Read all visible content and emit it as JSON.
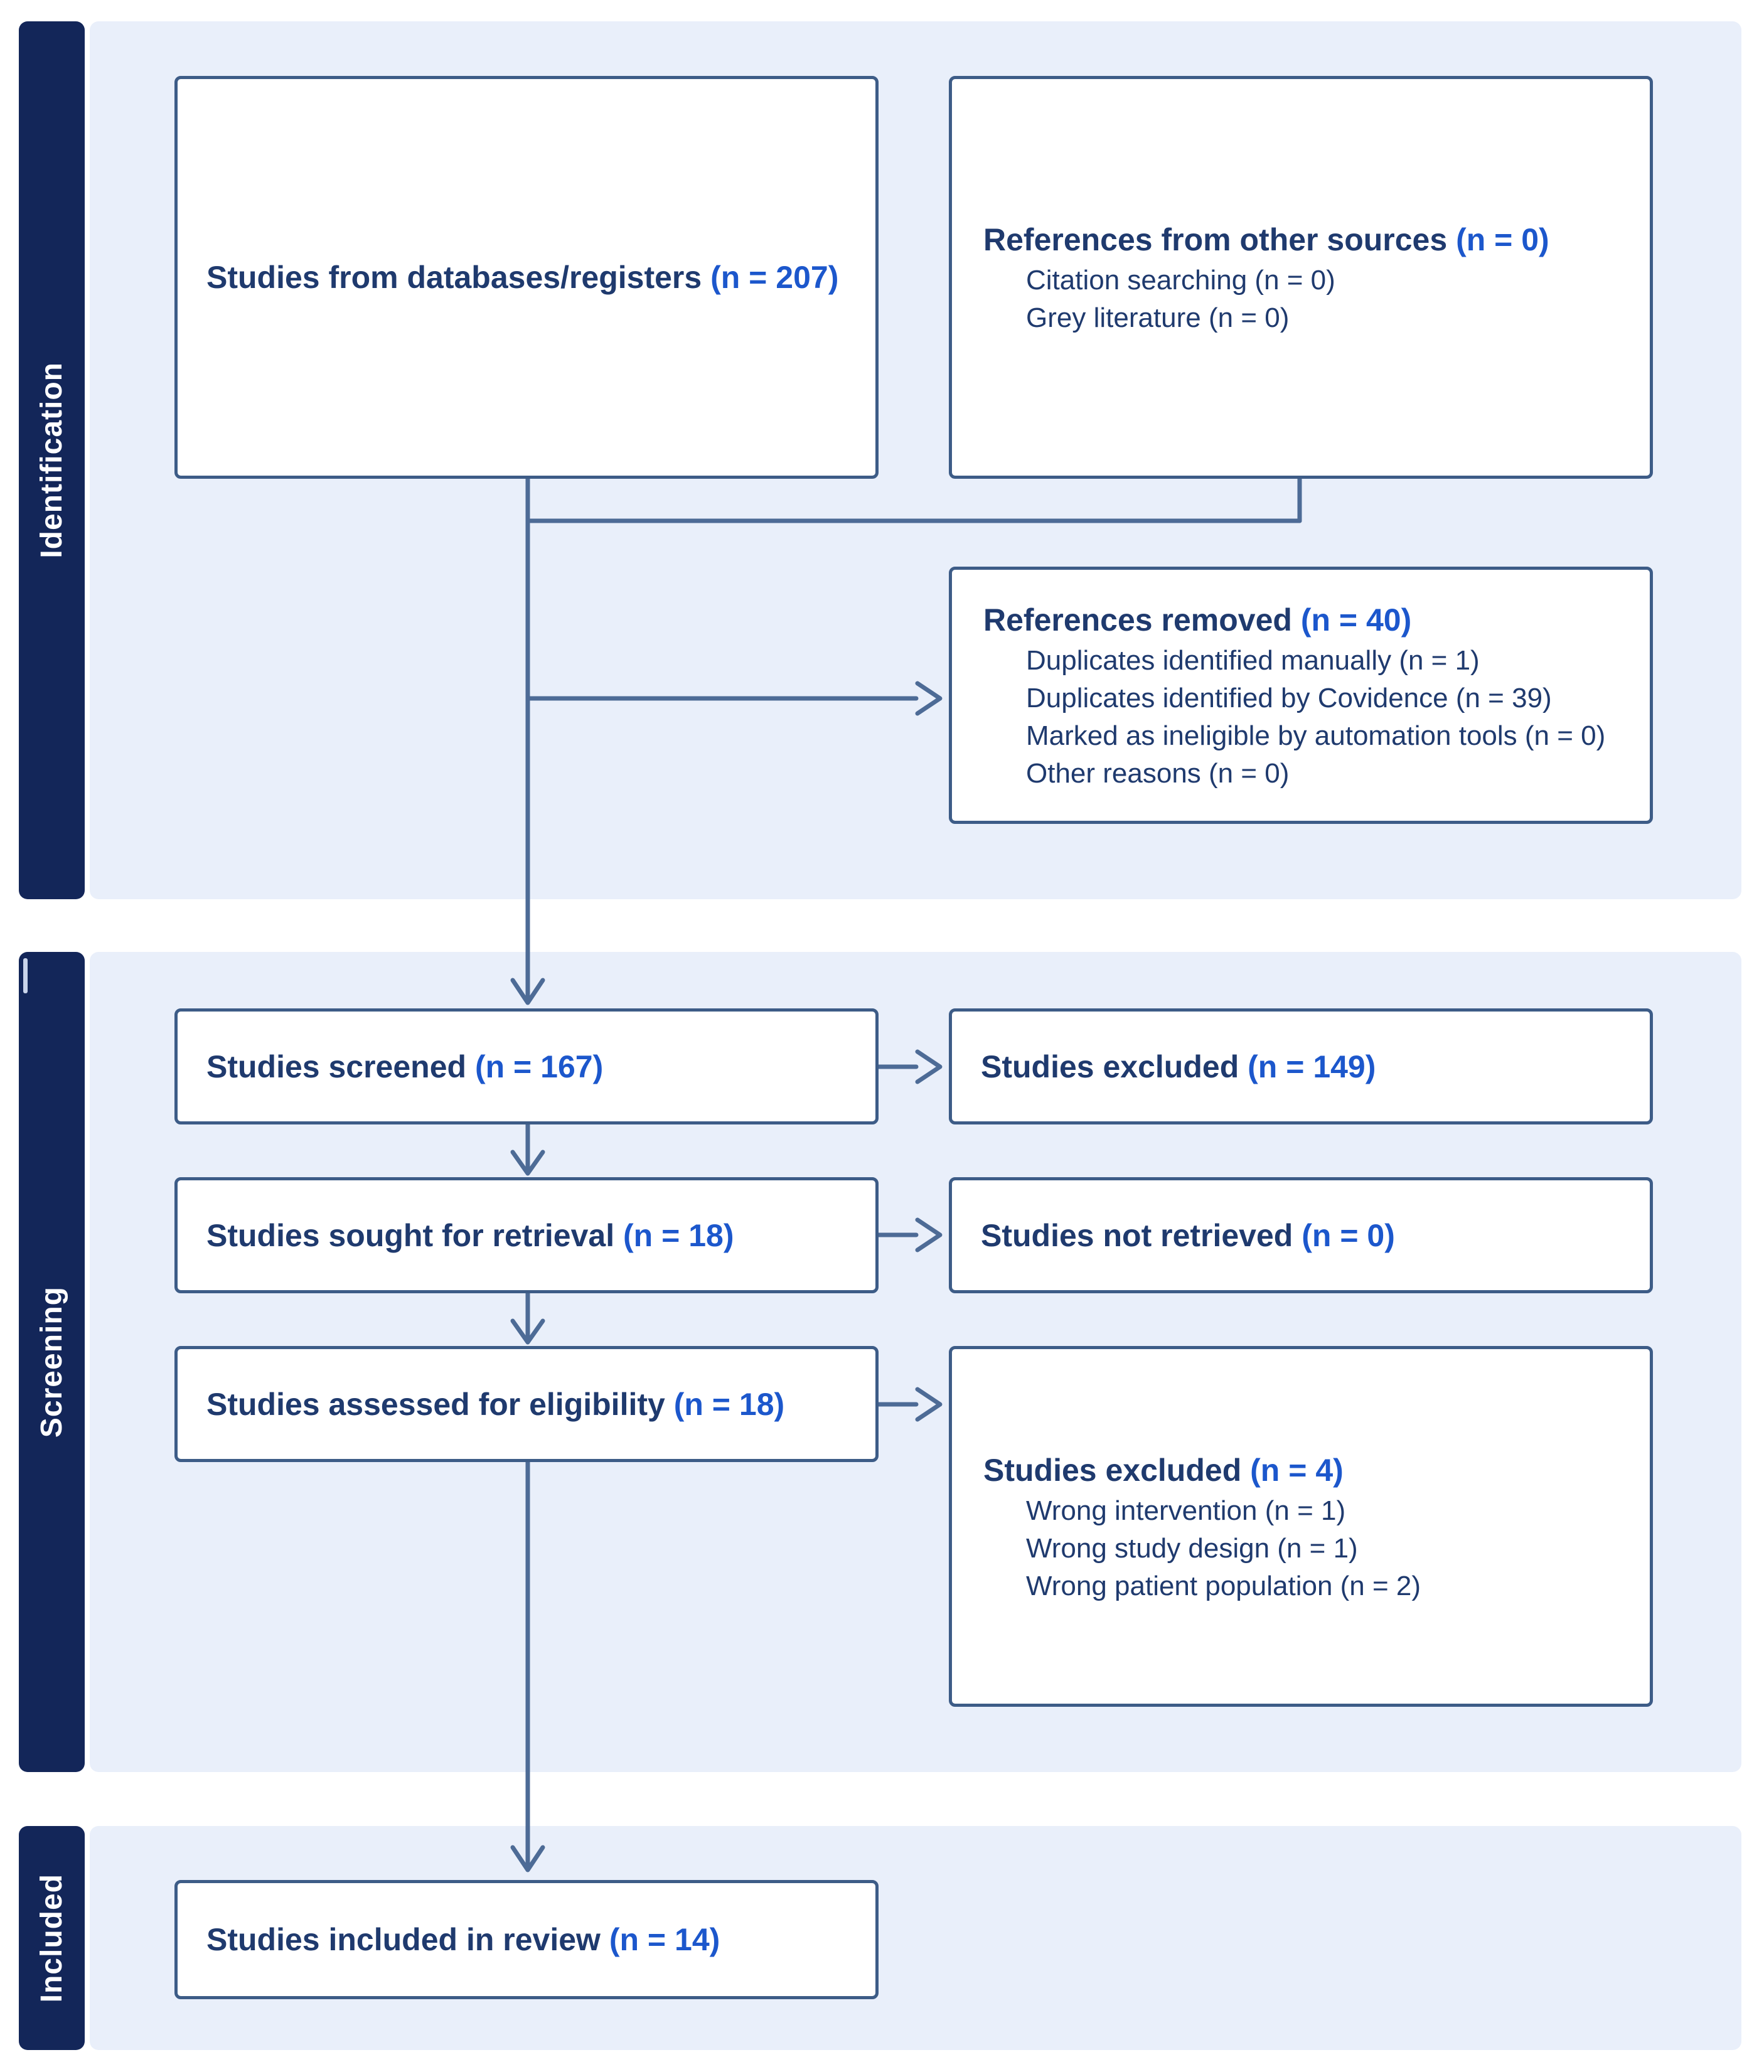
{
  "colors": {
    "bar_navy": "#132659",
    "panel_blue": "#e9effa",
    "box_border": "#3d5c87",
    "arrow": "#4d6b96",
    "text_navy": "#1f3a6e",
    "accent_blue": "#1c57cc"
  },
  "sidebar": {
    "identification": "Identification",
    "screening": "Screening",
    "included": "Included"
  },
  "boxes": {
    "databases": {
      "label": "Studies from databases/registers",
      "n": "(n = 207)"
    },
    "other_sources": {
      "title": "References from other sources",
      "n": "(n = 0)",
      "items": [
        "Citation searching (n = 0)",
        "Grey literature (n = 0)"
      ]
    },
    "references_removed": {
      "title": "References removed",
      "n": "(n = 40)",
      "items": [
        "Duplicates identified manually (n = 1)",
        "Duplicates identified by Covidence (n = 39)",
        "Marked as ineligible by automation tools (n = 0)",
        "Other reasons (n = 0)"
      ]
    },
    "screened": {
      "label": "Studies screened",
      "n": "(n = 167)"
    },
    "excluded_screened": {
      "label": "Studies excluded",
      "n": "(n = 149)"
    },
    "sought": {
      "label": "Studies sought for retrieval",
      "n": "(n = 18)"
    },
    "not_retrieved": {
      "label": "Studies not retrieved",
      "n": "(n = 0)"
    },
    "assessed": {
      "label": "Studies assessed for eligibility",
      "n": "(n = 18)"
    },
    "excluded_eligibility": {
      "title": "Studies excluded",
      "n": "(n = 4)",
      "items": [
        "Wrong intervention (n = 1)",
        "Wrong study design (n = 1)",
        "Wrong patient population (n = 2)"
      ]
    },
    "included_review": {
      "label": "Studies included in review",
      "n": "(n = 14)"
    }
  }
}
